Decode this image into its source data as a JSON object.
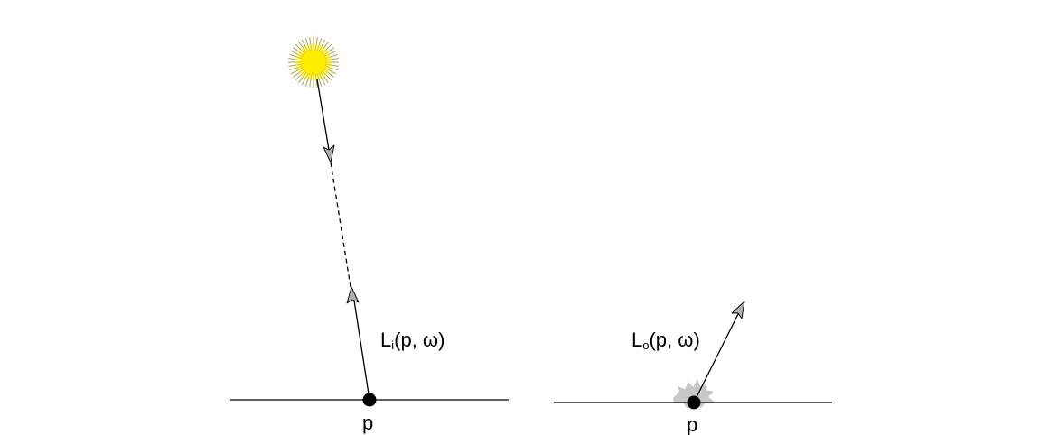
{
  "colors": {
    "line": "#000000",
    "arrowhead_fill": "#b0b0b0",
    "sun_core": "#ffee00",
    "sun_rays": "#a8a050",
    "reflection_glow": "#c8c8c8"
  },
  "left_panel": {
    "point_label": "p",
    "radiance_label": {
      "main": "L",
      "subscript": "i",
      "args": "(p, ω)"
    }
  },
  "right_panel": {
    "point_label": "p",
    "radiance_label": {
      "main": "L",
      "subscript": "o",
      "args": "(p, ω)"
    }
  }
}
